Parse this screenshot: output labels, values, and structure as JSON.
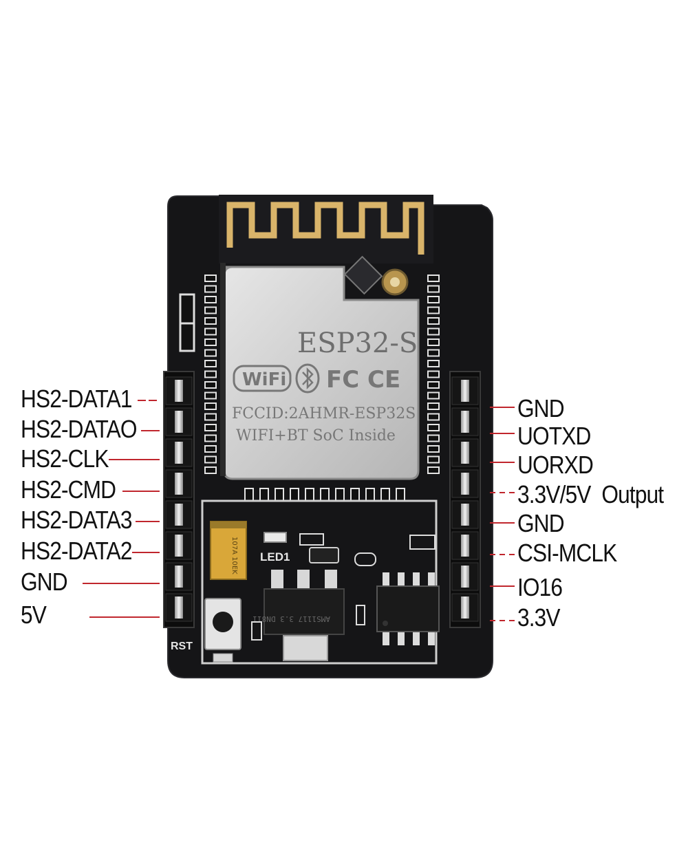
{
  "board": {
    "module_name": "ESP32-S",
    "wifi_logo": "WiFi",
    "bluetooth_icon": "bluetooth-icon",
    "fcc_ce_logo": "FC CE",
    "fccid_text": "FCCID:2AHMR-ESP32S",
    "inside_text": "WIFI+BT SoC Inside",
    "led_label": "LED1",
    "reset_label": "RST",
    "regulator_text": "AMS1117 3.3 DN811",
    "capacitor_text": "107A 10EK",
    "colors": {
      "pcb": "#151517",
      "antenna": "#d9b46a",
      "shield": "#cfcfcf",
      "label_line": "#c0262d"
    }
  },
  "pins": {
    "left": [
      "HS2-DATA1",
      "HS2-DATAO",
      "HS2-CLK",
      "HS2-CMD",
      "HS2-DATA3",
      "HS2-DATA2",
      "GND",
      "5V"
    ],
    "right": [
      "GND",
      "UOTXD",
      "UORXD",
      "3.3V/5V  Output",
      "GND",
      "CSI-MCLK",
      "IO16",
      "3.3V"
    ]
  }
}
